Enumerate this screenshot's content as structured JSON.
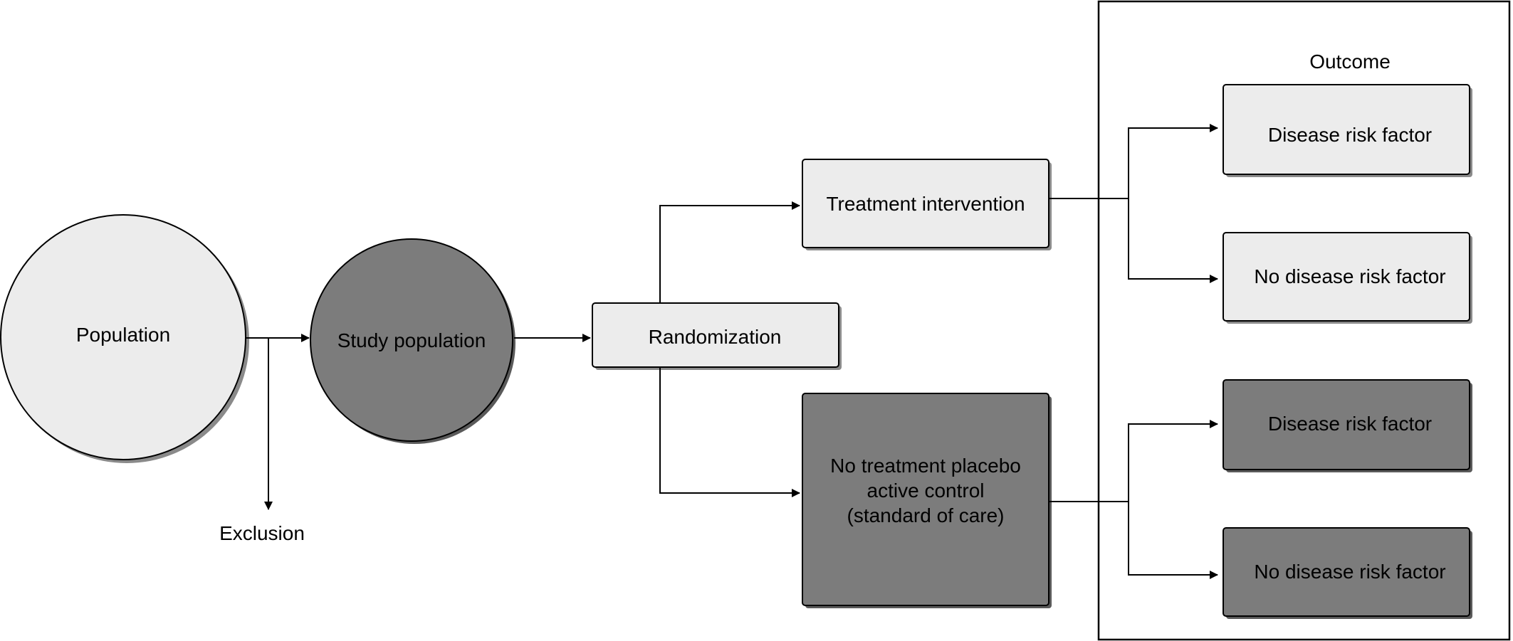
{
  "diagram": {
    "population": "Population",
    "study_population": "Study population",
    "exclusion": "Exclusion",
    "randomization": "Randomization",
    "treatment_intervention": "Treatment intervention",
    "control_lines": [
      "No treatment placebo",
      "active control",
      "(standard of care)"
    ],
    "outcome": "Outcome",
    "outcomes": [
      "Disease risk factor",
      "No disease risk factor",
      "Disease risk factor",
      "No disease risk factor"
    ]
  },
  "colors": {
    "light_fill": "#ececec",
    "dark_fill": "#7c7c7c",
    "stroke": "#000000",
    "shadow": "#8a8a8a"
  }
}
